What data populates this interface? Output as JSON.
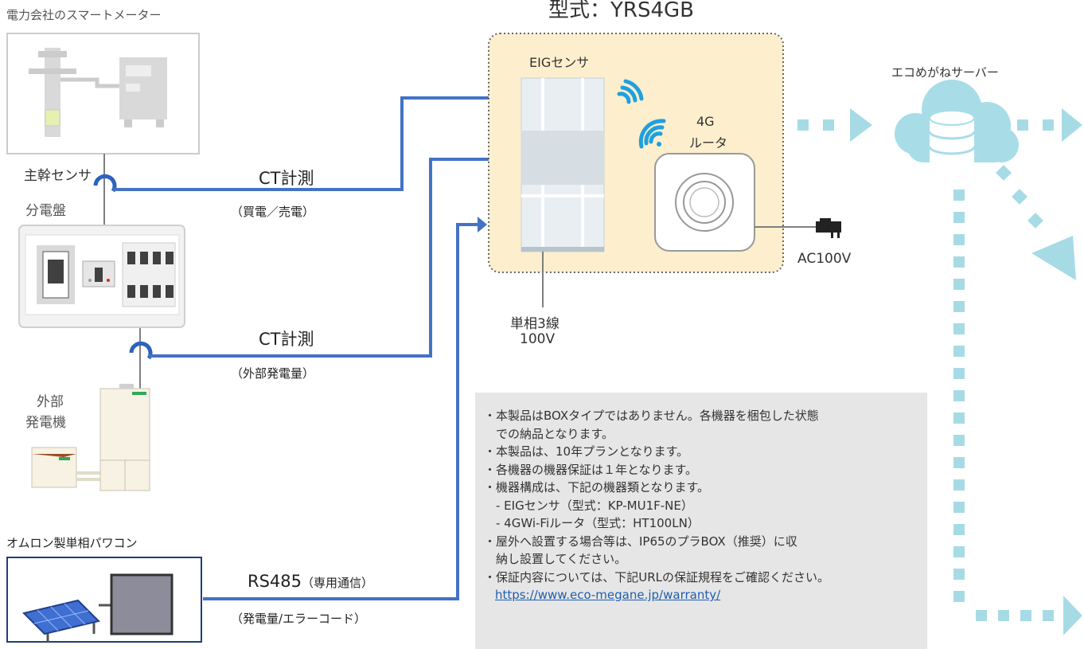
{
  "title": "型式：YRS4GB",
  "smart_meter": {
    "label": "電力会社のスマートメーター"
  },
  "main_sensor": {
    "label": "主幹センサ"
  },
  "panel": {
    "label": "分電盤"
  },
  "generator": {
    "label_line1": "外部",
    "label_line2": "発電機"
  },
  "pcs": {
    "label": "オムロン製単相パワコン"
  },
  "links": {
    "ct1_title": "CT計測",
    "ct1_sub": "（買電／売電）",
    "ct2_title": "CT計測",
    "ct2_sub": "（外部発電量）",
    "rs485_title": "RS485",
    "rs485_paren": "（専用通信）",
    "rs485_sub": "（発電量/エラーコード）"
  },
  "device_box": {
    "eig_label": "EIGセンサ",
    "router_line1": "4G",
    "router_line2": "ルータ",
    "ac_label": "AC100V",
    "wiring_line1": "単相3線",
    "wiring_line2": "100V"
  },
  "server": {
    "label": "エコめがねサーバー"
  },
  "notes": {
    "lines": [
      "・本製品はBOXタイプではありません。各機器を梱包した状態",
      "　での納品となります。",
      "・本製品は、10年プランとなります。",
      "・各機器の機器保証は１年となります。",
      "・機器構成は、下記の機器類となります。",
      "　- EIGセンサ（型式：KP-MU1F-NE）",
      "　- 4GWi-Fiルータ（型式：HT100LN）",
      "・屋外へ設置する場合等は、IP65のプラBOX（推奨）に収",
      "　納し設置してください。",
      "・保証内容については、下記URLの保証規程をご確認ください。"
    ],
    "url": "https://www.eco-megane.jp/warranty/"
  },
  "colors": {
    "line_blue": "#4472c4",
    "box_fill": "#fdefcd",
    "arrow_teal": "#a6dbe6",
    "cloud": "#a8dde8",
    "note_bg": "#e6e6e6"
  }
}
